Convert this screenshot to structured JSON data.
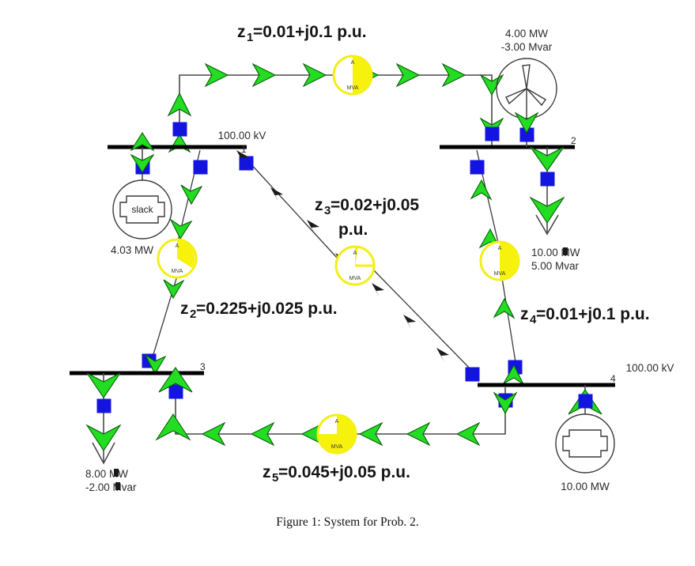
{
  "figure": {
    "caption": "Figure 1: System for Prob. 2."
  },
  "buses": [
    {
      "id": "1",
      "number": "1",
      "voltage": "100.00 kV"
    },
    {
      "id": "2",
      "number": "2",
      "voltage": ""
    },
    {
      "id": "3",
      "number": "3",
      "voltage": ""
    },
    {
      "id": "4",
      "number": "4",
      "voltage": "100.00 kV"
    }
  ],
  "lines": [
    {
      "id": "z1",
      "label": "z1=0.01+j0.1 p.u.",
      "sym": "z",
      "sub": "1",
      "expr": "=0.01+j0.1 p.u.",
      "from": "1",
      "to": "2"
    },
    {
      "id": "z2",
      "label": "z2=0.225+j0.025 p.u.",
      "sym": "z",
      "sub": "2",
      "expr": "=0.225+j0.025 p.u.",
      "from": "1",
      "to": "3"
    },
    {
      "id": "z3",
      "label": "z3=0.02+j0.05 p.u.",
      "sym": "z",
      "sub": "3",
      "expr_line1": "=0.02+j0.05",
      "expr_line2": "p.u.",
      "from": "1",
      "to": "4"
    },
    {
      "id": "z4",
      "label": "z4=0.01+j0.1 p.u.",
      "sym": "z",
      "sub": "4",
      "expr": "=0.01+j0.1 p.u.",
      "from": "2",
      "to": "4"
    },
    {
      "id": "z5",
      "label": "z5=0.045+j0.05 p.u.",
      "sym": "z",
      "sub": "5",
      "expr": "=0.045+j0.05 p.u.",
      "from": "3",
      "to": "4"
    }
  ],
  "generators": [
    {
      "id": "slack-gen",
      "bus": "1",
      "type": "synchronous",
      "inner_label": "slack",
      "output": "4.03 MW"
    },
    {
      "id": "wind-gen",
      "bus": "2",
      "type": "wind-turbine",
      "mw": "4.00 MW",
      "mvar": "-3.00 Mvar"
    },
    {
      "id": "gen-bus4",
      "bus": "4",
      "type": "synchronous",
      "output": "10.00 MW"
    }
  ],
  "loads": [
    {
      "id": "load-bus2",
      "bus": "2",
      "mw": "10.00 MW",
      "mvar": "5.00 Mvar"
    },
    {
      "id": "load-bus3",
      "bus": "3",
      "mw": "8.00 MW",
      "mvar": "-2.00 Mvar"
    }
  ],
  "gauges": [
    {
      "id": "gauge-z1",
      "top": "A",
      "bottom": "MVA",
      "fill_pct": 50
    },
    {
      "id": "gauge-z2",
      "top": "A",
      "bottom": "MVA",
      "fill_pct": 40
    },
    {
      "id": "gauge-z3",
      "top": "A",
      "bottom": "MVA",
      "fill_pct": 3
    },
    {
      "id": "gauge-z4",
      "top": "A",
      "bottom": "MVA",
      "fill_pct": 50
    },
    {
      "id": "gauge-z5",
      "top": "A",
      "bottom": "MVA",
      "fill_pct": 72
    }
  ],
  "colors": {
    "flow_arrow": "#22dd22",
    "breaker": "#1414e0",
    "gauge": "#f7f20d",
    "busbar": "#000000"
  }
}
